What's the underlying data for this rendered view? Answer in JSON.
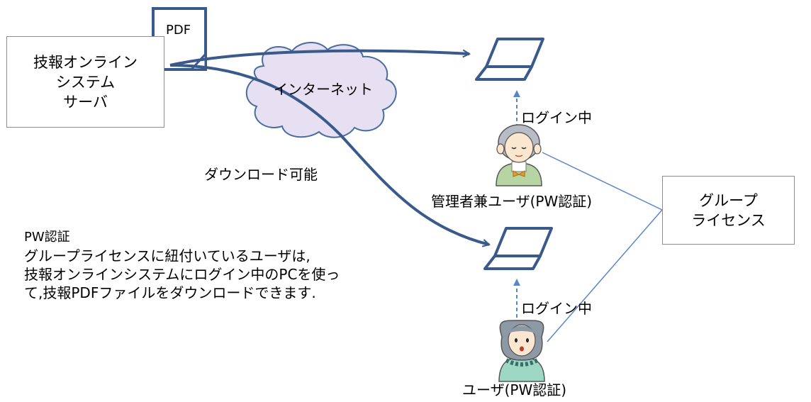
{
  "server_box": {
    "lines": [
      "技報オンライン",
      "システム",
      "サーバ"
    ]
  },
  "pdf_label": "PDF",
  "cloud_label": "インターネット",
  "download_label": "ダウンロード可能",
  "login_label_top": "ログイン中",
  "login_label_bottom": "ログイン中",
  "admin_label": "管理者兼ユーザ(PW認証)",
  "user_label": "ユーザ(PW認証)",
  "license_box": {
    "lines": [
      "グループ",
      "ライセンス"
    ]
  },
  "note": {
    "title": "PW認証",
    "lines": [
      "グループライセンスに紐付いているユーザは,",
      "技報オンラインシステムにログイン中のPCを使っ",
      "て,技報PDFファイルをダウンロードできます."
    ]
  },
  "colors": {
    "arrow": "#3a5a8c",
    "line": "#5b86c6",
    "cloud_fill": "#e6e0f2",
    "cloud_stroke": "#4a6d9f",
    "box_border": "#8c8c8c"
  },
  "icons": [
    "laptop-icon",
    "laptop-icon",
    "admin-person-icon",
    "user-person-icon",
    "pdf-document-icon",
    "cloud-shape"
  ]
}
